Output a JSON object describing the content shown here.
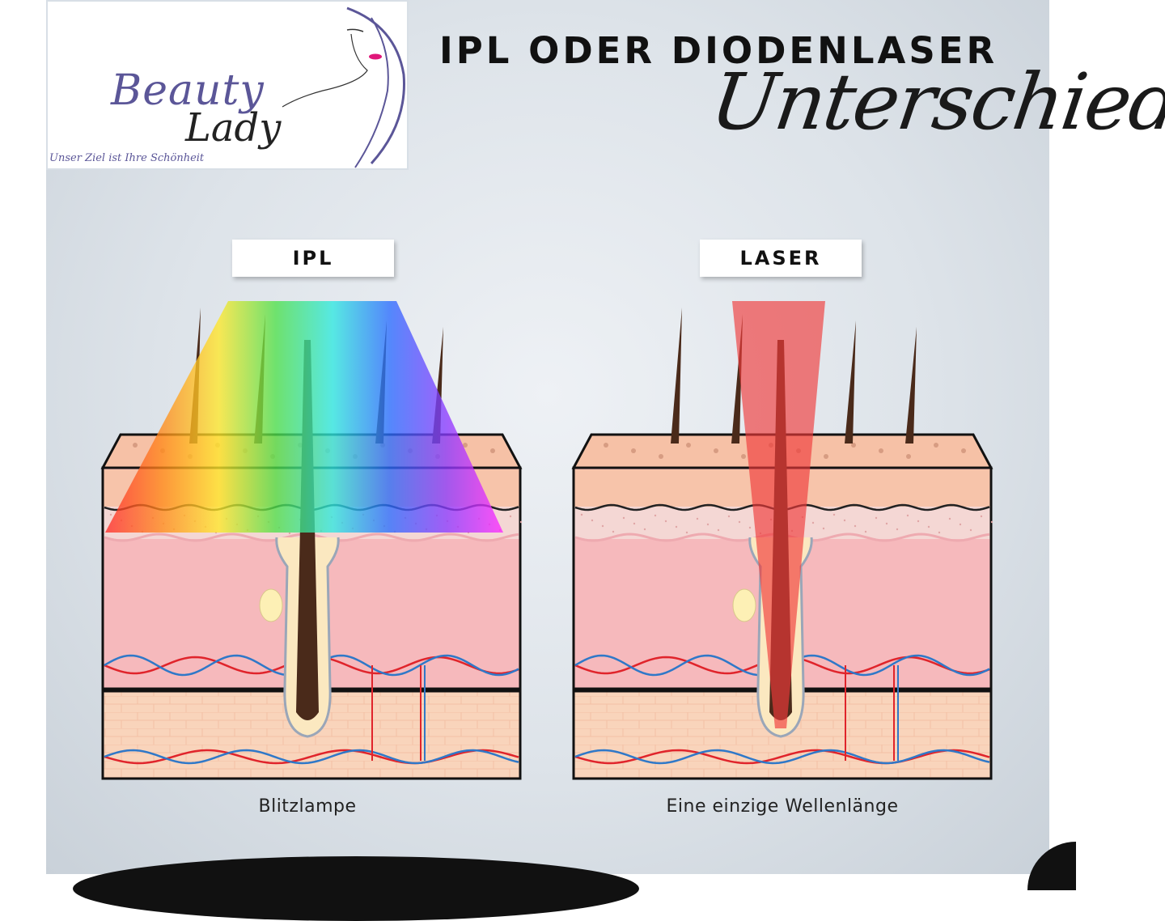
{
  "logo": {
    "brand_line1": "Beauty",
    "brand_line2": "Lady",
    "slogan": "Unser Ziel ist Ihre Schönheit"
  },
  "header": {
    "title": "IPL ODER DIODENLASER",
    "subtitle": "Unterschied"
  },
  "panels": [
    {
      "label": "IPL",
      "caption": "Blitzlampe",
      "light": "rainbow"
    },
    {
      "label": "LASER",
      "caption": "Eine einzige Wellenlänge",
      "light": "red"
    }
  ],
  "colors": {
    "epidermis": "#f7c4aa",
    "dermis": "#f6b9bc",
    "fat": "#f9d4bb",
    "hair": "#4a2a1a",
    "artery": "#e0242b",
    "vein": "#2f78c8",
    "laser": "#ef3b3b"
  }
}
